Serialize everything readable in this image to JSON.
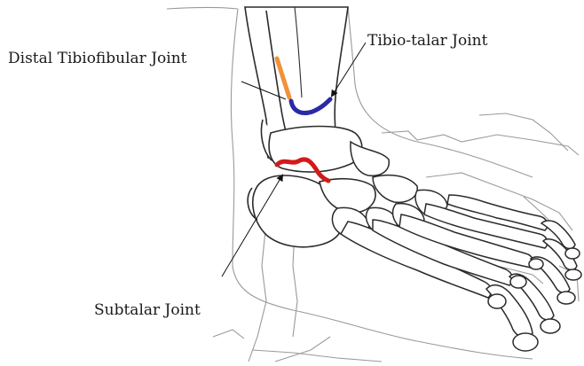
{
  "labels": {
    "distal_tibiofibular": "Distal Tibiofibular Joint",
    "tibio_talar": "Tibio-talar Joint",
    "subtalar": "Subtalar Joint"
  },
  "colors": {
    "distal_tibiofibular": "#f0923a",
    "tibio_talar": "#2a2aa8",
    "subtalar": "#d11a1a",
    "bone_outline": "#2b2b2b",
    "bone_fill": "#ffffff",
    "tissue_outline": "#9a9a9a"
  }
}
